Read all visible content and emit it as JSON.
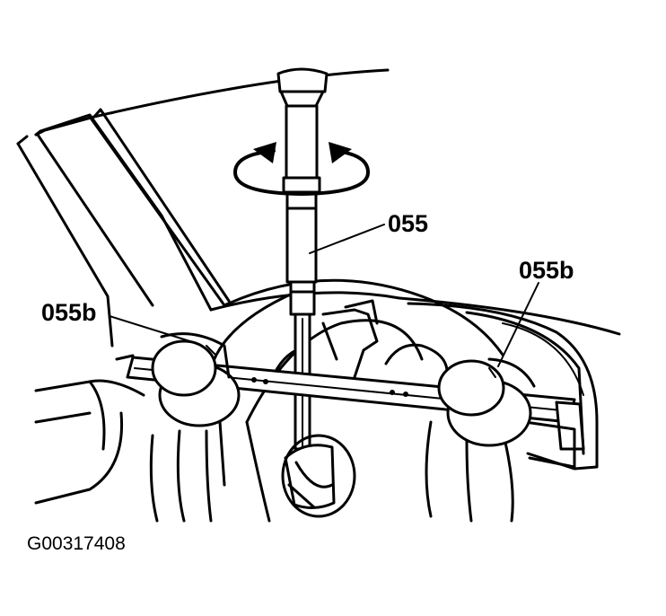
{
  "diagram": {
    "labels": {
      "tool": "055",
      "clamp_left": "055b",
      "clamp_right": "055b"
    },
    "figure_id": "G00317408"
  }
}
